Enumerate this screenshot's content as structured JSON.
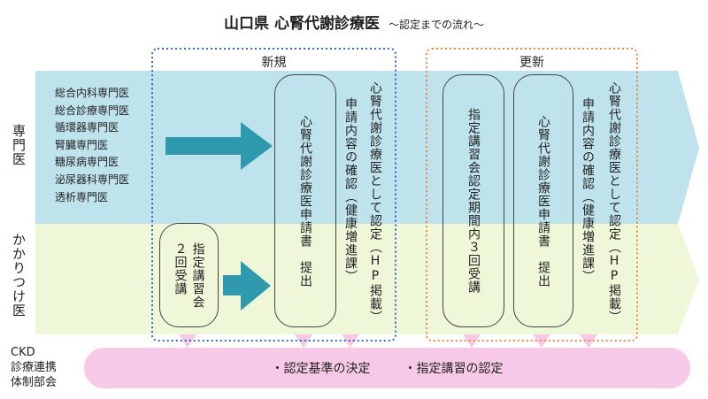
{
  "title": {
    "main": "山口県 心腎代謝診療医",
    "sub": "〜認定までの流れ〜"
  },
  "rows": {
    "specialist": "専門医",
    "family": "かかりつけ医"
  },
  "specialties": [
    "総合内科専門医",
    "総合診療専門医",
    "循環器専門医",
    "腎臓専門医",
    "糖尿病専門医",
    "泌尿器科専門医",
    "透析専門医"
  ],
  "sections": {
    "new": {
      "label": "新規",
      "training": "指定講習会\n２回受講",
      "application": "心腎代謝診療医申請書　提出",
      "confirm": "申請内容の確認（健康増進課）",
      "certify": "心腎代謝診療医として認定（HP掲載）"
    },
    "renew": {
      "label": "更新",
      "training": "指定講習会認定期間内３回受講",
      "application": "心腎代謝診療医申請書　提出",
      "confirm": "申請内容の確認（健康増進課）",
      "certify": "心腎代謝診療医として認定（HP掲載）"
    }
  },
  "ckd": {
    "label": "CKD\n診療連携\n体制部会",
    "items": [
      "・認定基準の決定",
      "・指定講習の認定"
    ]
  },
  "colors": {
    "blue_band": "#bfe3ec",
    "green_band": "#eef8d9",
    "pink_band": "#f7c9e6",
    "arrow": "#2f9aae",
    "new_border": "#3366cc",
    "renew_border": "#ee8844"
  }
}
